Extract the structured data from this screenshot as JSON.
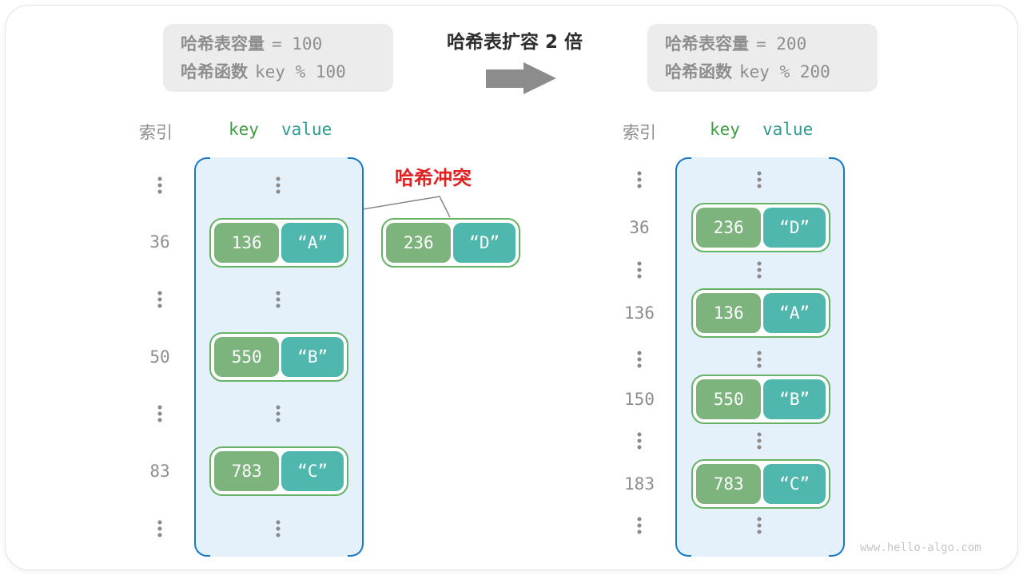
{
  "expand_title": "哈希表扩容 2 倍",
  "collision_label": "哈希冲突",
  "watermark": "www.hello-algo.com",
  "before": {
    "info_lines": [
      {
        "label": "哈希表容量",
        "code": "= 100"
      },
      {
        "label": "哈希函数",
        "code": "key % 100"
      }
    ],
    "headers": {
      "index": "索引",
      "key": "key",
      "value": "value"
    },
    "rows": [
      {
        "index": "36",
        "key": "136",
        "value": "“A”"
      },
      {
        "index": "50",
        "key": "550",
        "value": "“B”"
      },
      {
        "index": "83",
        "key": "783",
        "value": "“C”"
      }
    ],
    "collision_pair": {
      "key": "236",
      "value": "“D”"
    }
  },
  "after": {
    "info_lines": [
      {
        "label": "哈希表容量",
        "code": "= 200"
      },
      {
        "label": "哈希函数",
        "code": "key % 200"
      }
    ],
    "headers": {
      "index": "索引",
      "key": "key",
      "value": "value"
    },
    "rows": [
      {
        "index": "36",
        "key": "236",
        "value": "“D”"
      },
      {
        "index": "136",
        "key": "136",
        "value": "“A”"
      },
      {
        "index": "150",
        "key": "550",
        "value": "“B”"
      },
      {
        "index": "183",
        "key": "783",
        "value": "“C”"
      }
    ]
  },
  "colors": {
    "bucket_fill": "#e4f1fb",
    "bucket_border": "#1778c8",
    "key_green": "#7db47d",
    "value_teal": "#4fb7ad",
    "pair_border_green": "#66b266",
    "collision_red": "#e02222",
    "info_gray": "#ececec",
    "arrow_gray": "#8c8c8c"
  }
}
